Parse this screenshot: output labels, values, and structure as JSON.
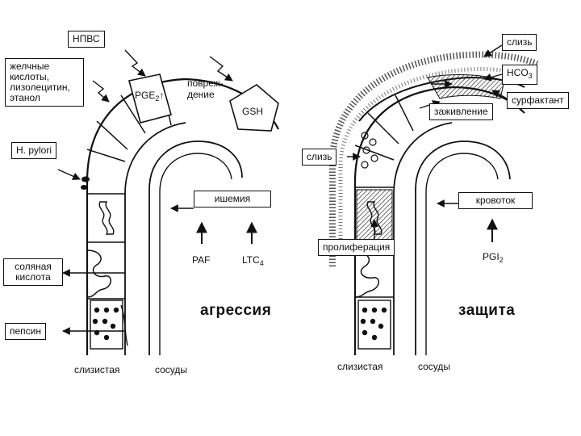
{
  "aggression": {
    "nsaid": "НПВС",
    "bile_acids": "желчные кислоты, лизолецитин, этанол",
    "pge": "PGE",
    "pge_sub": "2",
    "pge_arrow": "↑",
    "damage": "повреж-\nдение",
    "gsh": "GSH",
    "h_pylori": "H. pylori",
    "hcl": "соляная кислота",
    "pepsin": "пепсин",
    "ischemia": "ишемия",
    "paf": "PAF",
    "ltc": "LTC",
    "ltc_sub": "4",
    "mucosa": "слизистая",
    "vessels": "сосуды",
    "title": "агрессия"
  },
  "protection": {
    "mucus_top": "слизь",
    "hco3": "HCO",
    "hco3_sub": "3",
    "surfactant": "сурфактант",
    "healing": "заживление",
    "mucus_left": "слизь",
    "blood_flow": "кровоток",
    "proliferation": "пролиферация",
    "pgi": "PGI",
    "pgi_sub": "2",
    "mucosa": "слизистая",
    "vessels": "сосуды",
    "title": "защита"
  }
}
